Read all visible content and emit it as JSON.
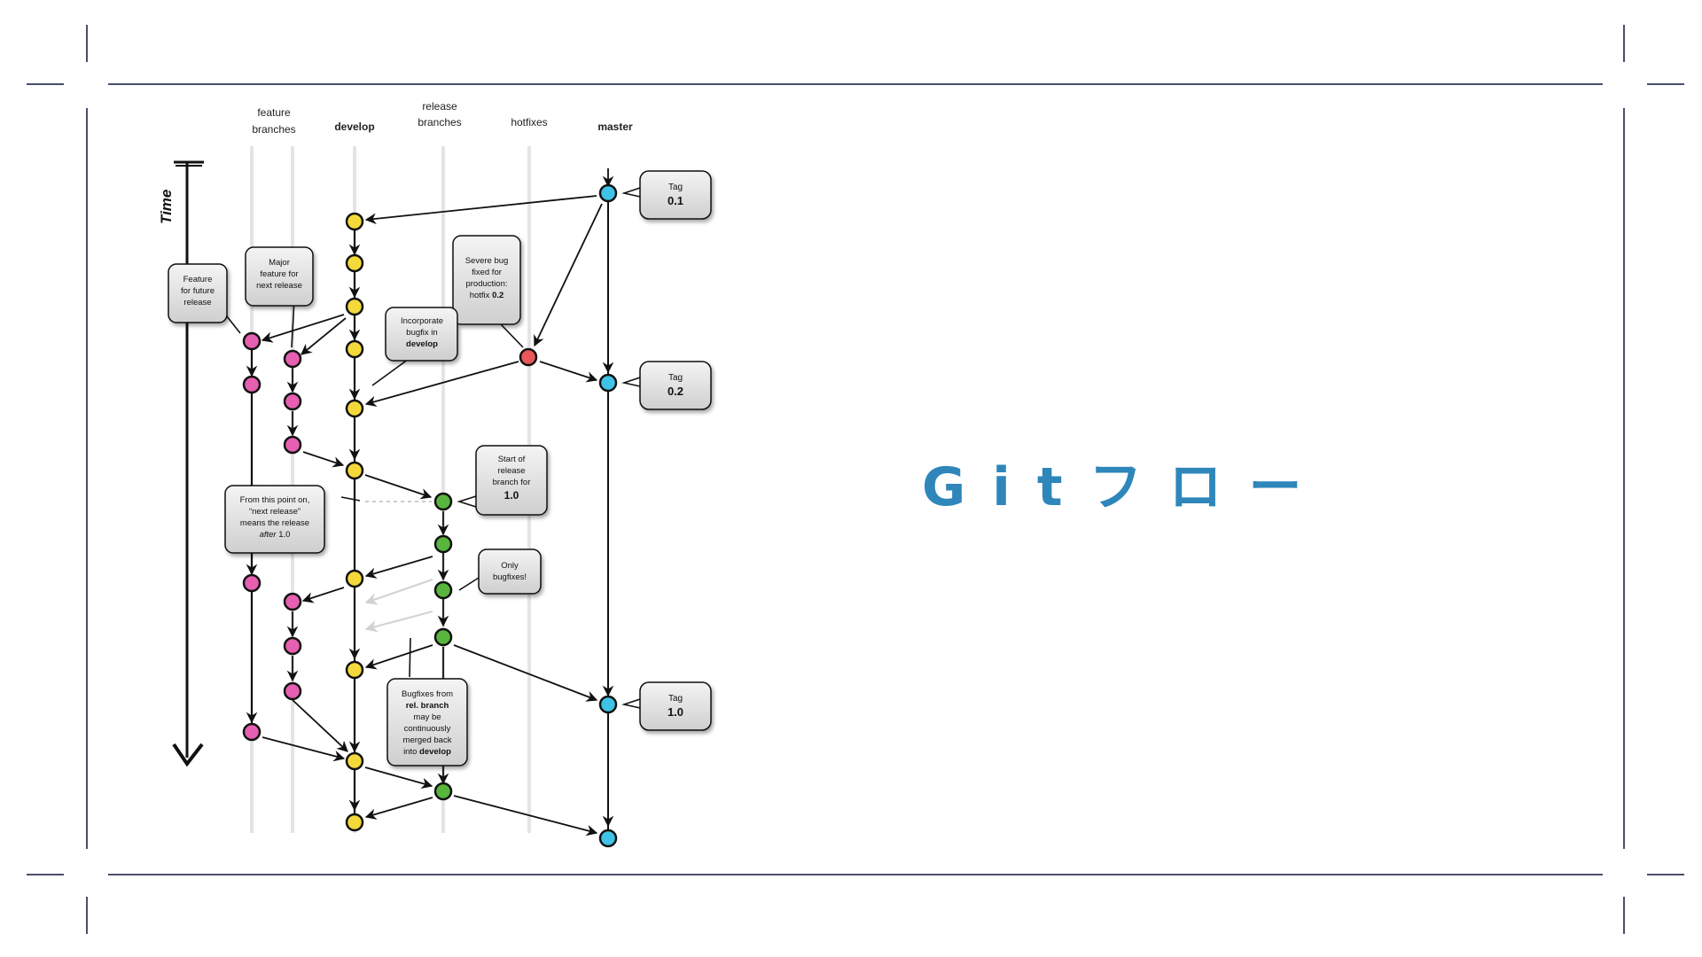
{
  "slide": {
    "title": "Gitフロー",
    "accent_color": "#2e86ba",
    "frame_color": "#4a4e6a"
  },
  "diagram": {
    "time_label": "Time",
    "columns": {
      "feature": [
        "feature",
        "branches"
      ],
      "develop": "develop",
      "release": [
        "release",
        "branches"
      ],
      "hotfixes": "hotfixes",
      "master": "master"
    },
    "tags": [
      {
        "label": "Tag",
        "value": "0.1"
      },
      {
        "label": "Tag",
        "value": "0.2"
      },
      {
        "label": "Tag",
        "value": "1.0"
      }
    ],
    "notes": {
      "feature_future": [
        "Feature",
        "for future",
        "release"
      ],
      "major_feature": [
        "Major",
        "feature for",
        "next release"
      ],
      "severe_bug": [
        "Severe bug",
        "fixed for",
        "production:",
        "hotfix ",
        "0.2"
      ],
      "incorporate": [
        "Incorporate",
        "bugfix in",
        "develop"
      ],
      "start_release": [
        "Start of",
        "release",
        "branch for",
        "1.0"
      ],
      "from_this_point": [
        "From this point on,",
        "“next release”",
        "means the release",
        "after",
        " 1.0"
      ],
      "only_bugfixes": [
        "Only",
        "bugfixes!"
      ],
      "bugfixes_from": [
        "Bugfixes from",
        "rel. branch",
        "may be",
        "continuously",
        "merged back",
        "into ",
        "develop"
      ]
    },
    "colors": {
      "develop": "#f4d93a",
      "feature": "#e65fb0",
      "release": "#58b53d",
      "hotfix": "#e8575a",
      "master": "#3fc3e6"
    }
  }
}
